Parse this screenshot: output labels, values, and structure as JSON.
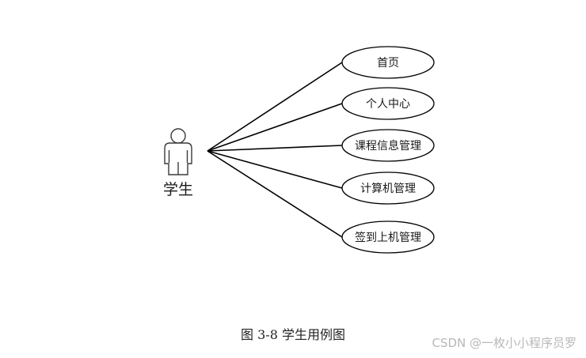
{
  "diagram": {
    "actor": {
      "name": "学生",
      "icon": "stick-figure-icon"
    },
    "use_cases": [
      {
        "id": "home",
        "label": "首页"
      },
      {
        "id": "personal-center",
        "label": "个人中心"
      },
      {
        "id": "course-info-management",
        "label": "课程信息管理"
      },
      {
        "id": "computer-management",
        "label": "计算机管理"
      },
      {
        "id": "sign-in-management",
        "label": "签到上机管理"
      }
    ]
  },
  "caption": "图 3-8  学生用例图",
  "watermark": "CSDN @一枚小小程序员罗"
}
